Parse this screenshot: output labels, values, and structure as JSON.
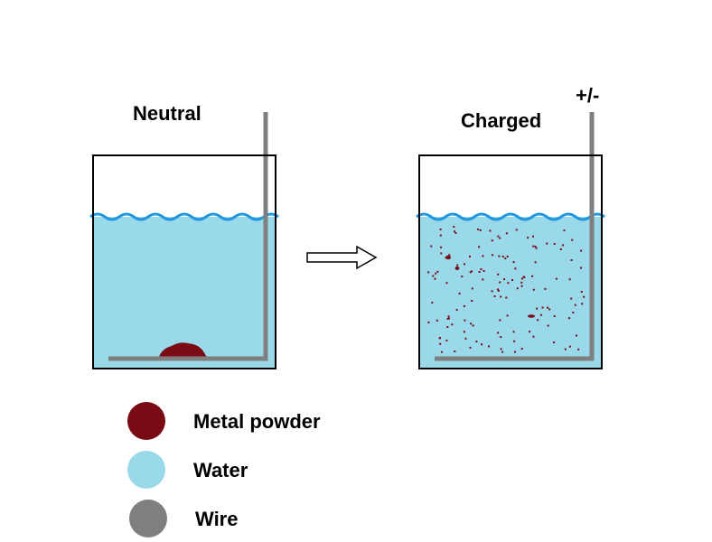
{
  "colors": {
    "metal_powder": "#7a0b14",
    "water": "#99d9ea",
    "water_surface": "#2196e0",
    "wire": "#7f7f7f",
    "container": "#000000"
  },
  "left_panel": {
    "title": "Neutral"
  },
  "right_panel": {
    "title": "Charged",
    "charge_label": "+/-"
  },
  "legend": {
    "items": [
      {
        "label": "Metal powder",
        "color": "#7a0b14"
      },
      {
        "label": "Water",
        "color": "#99d9ea"
      },
      {
        "label": "Wire",
        "color": "#7f7f7f"
      }
    ]
  }
}
